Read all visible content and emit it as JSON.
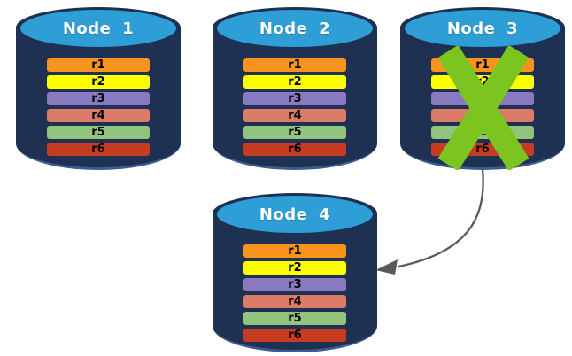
{
  "diagram": {
    "colors": {
      "cylinder_body": "#1E3153",
      "cylinder_top": "#2E9FD6",
      "cross": "#7CC420",
      "arrow": "#595959",
      "row_label_text": "#000000",
      "title_text": "#FFFFFF"
    },
    "nodes": [
      {
        "title": "Node 1",
        "crossed_out": false,
        "rows": [
          {
            "label": "r1",
            "color": "#F7941D"
          },
          {
            "label": "r2",
            "color": "#FFFF00"
          },
          {
            "label": "r3",
            "color": "#8979C0"
          },
          {
            "label": "r4",
            "color": "#DC7B67"
          },
          {
            "label": "r5",
            "color": "#92C47D"
          },
          {
            "label": "r6",
            "color": "#C73B21"
          }
        ]
      },
      {
        "title": "Node 2",
        "crossed_out": false,
        "rows": [
          {
            "label": "r1",
            "color": "#F7941D"
          },
          {
            "label": "r2",
            "color": "#FFFF00"
          },
          {
            "label": "r3",
            "color": "#8979C0"
          },
          {
            "label": "r4",
            "color": "#DC7B67"
          },
          {
            "label": "r5",
            "color": "#92C47D"
          },
          {
            "label": "r6",
            "color": "#C73B21"
          }
        ]
      },
      {
        "title": "Node 3",
        "crossed_out": true,
        "rows": [
          {
            "label": "r1",
            "color": "#F7941D"
          },
          {
            "label": "r2",
            "color": "#FFFF00"
          },
          {
            "label": "r3",
            "color": "#8979C0"
          },
          {
            "label": "r4",
            "color": "#DC7B67"
          },
          {
            "label": "r5",
            "color": "#92C47D"
          },
          {
            "label": "r6",
            "color": "#C73B21"
          }
        ]
      },
      {
        "title": "Node 4",
        "crossed_out": false,
        "rows": [
          {
            "label": "r1",
            "color": "#F7941D"
          },
          {
            "label": "r2",
            "color": "#FFFF00"
          },
          {
            "label": "r3",
            "color": "#8979C0"
          },
          {
            "label": "r4",
            "color": "#DC7B67"
          },
          {
            "label": "r5",
            "color": "#92C47D"
          },
          {
            "label": "r6",
            "color": "#C73B21"
          }
        ]
      }
    ],
    "arrow": {
      "from": "Node 3",
      "to": "Node 4"
    }
  }
}
